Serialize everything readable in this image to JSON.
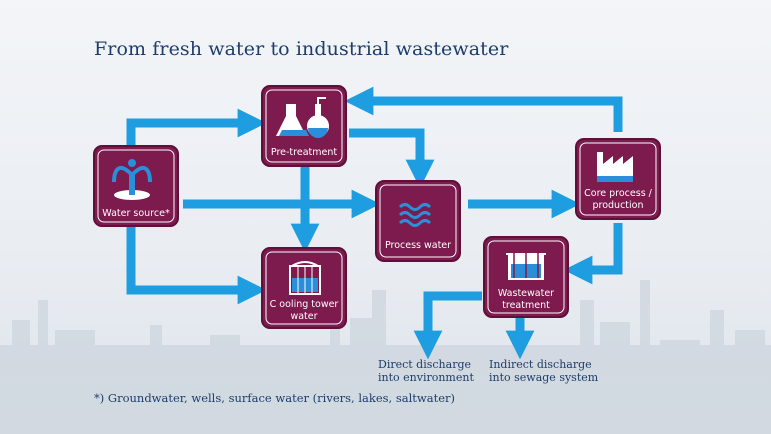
{
  "title": "From fresh water to industrial wastewater",
  "footnote": "*) Groundwater, wells, surface water (rivers, lakes, saltwater)",
  "colors": {
    "node_fill": "#7d1a4e",
    "node_border": "#5e0f3a",
    "arrow": "#1e9ee0",
    "icon_light": "#ffffff",
    "icon_blue": "#2a8fd8",
    "text": "#1d3d6b"
  },
  "nodes": {
    "water_source": {
      "label": "Water source*",
      "icon": "fountain-icon"
    },
    "pretreatment": {
      "label": "Pre-treatment",
      "icon": "lab-flasks-icon"
    },
    "process_water": {
      "label": "Process water",
      "icon": "water-waves-icon"
    },
    "core_process": {
      "label_line1": "Core process /",
      "label_line2": "production",
      "icon": "factory-icon"
    },
    "cooling_tower": {
      "label_line1": "C ooling tower",
      "label_line2": "water",
      "icon": "cooling-tower-icon"
    },
    "wastewater": {
      "label_line1": "Wastewater",
      "label_line2": "treatment",
      "icon": "treatment-tank-icon"
    }
  },
  "outputs": {
    "direct": {
      "line1": "Direct discharge",
      "line2": "into environment"
    },
    "indirect": {
      "line1": "Indirect discharge",
      "line2": "into sewage system"
    }
  }
}
